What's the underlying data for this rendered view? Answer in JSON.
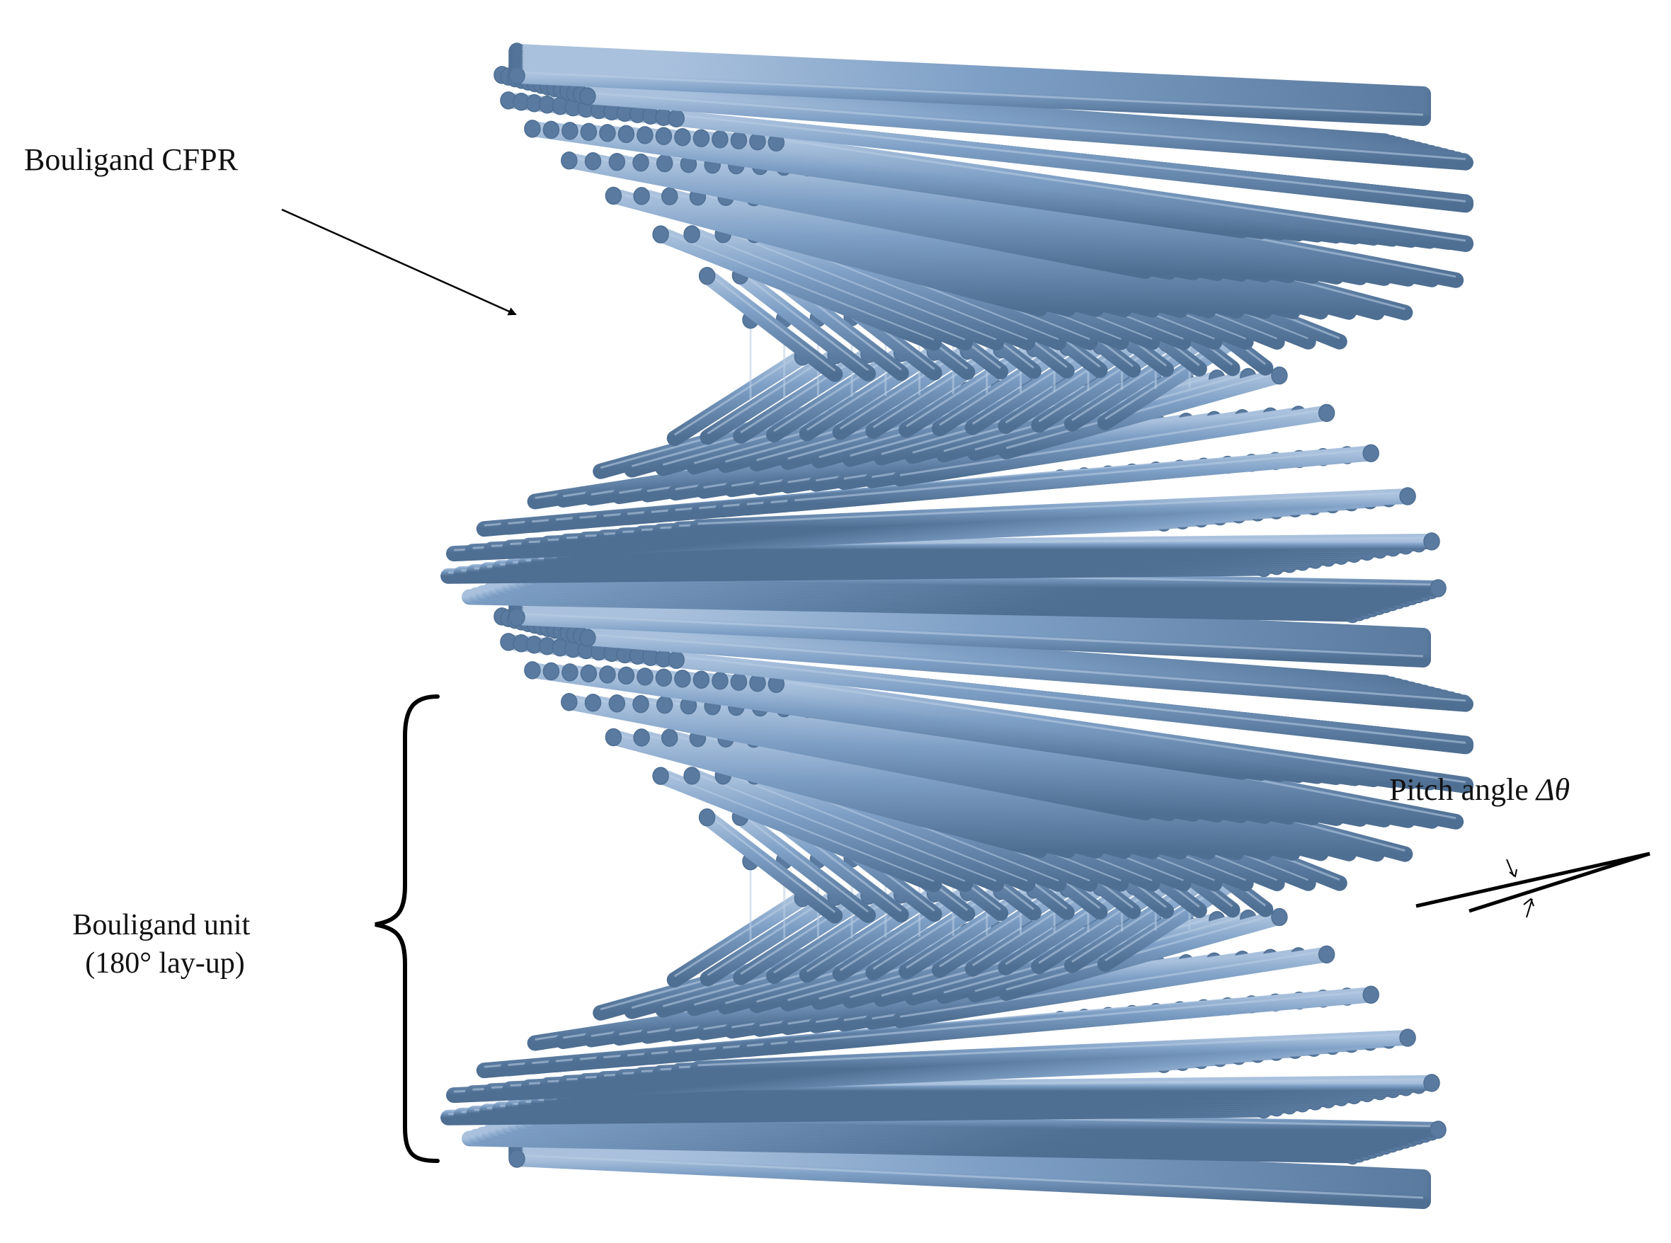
{
  "diagram": {
    "labels": {
      "cfrp": "Bouligand CFPR",
      "unit_line1": "Bouligand unit",
      "unit_line2": "(180° lay-up)",
      "pitch_text": "Pitch angle ",
      "pitch_symbol": "Δθ"
    },
    "colors": {
      "fiber": "#6b8fb8",
      "fiber_light": "#b9cde4",
      "fiber_dark": "#4f6f93",
      "fiber_end": "#5a7aa0",
      "annotation": "#000000"
    },
    "structure": {
      "layer_count": 33,
      "twist_period_layers": 16,
      "bouligand_units_visible": 2
    }
  }
}
